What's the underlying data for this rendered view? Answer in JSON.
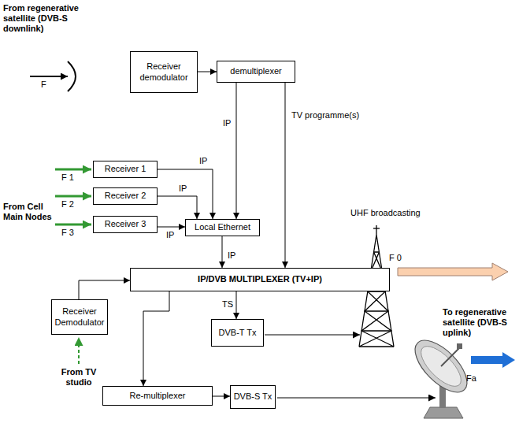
{
  "diagram": {
    "nodes": [
      {
        "text": [
          "Receiver demodulator"
        ]
      },
      {
        "text": [
          "demultiplexer"
        ]
      },
      {
        "text": [
          "Receiver 1"
        ]
      },
      {
        "text": [
          "Receiver 2"
        ]
      },
      {
        "text": [
          "Receiver 3"
        ]
      },
      {
        "text": [
          "Local Ethernet"
        ]
      },
      {
        "text": [
          "IP/DVB MULTIPLEXER (TV+IP)"
        ]
      },
      {
        "text": [
          "Receiver Demodulator"
        ]
      },
      {
        "text": [
          "DVB-T Tx"
        ]
      },
      {
        "text": [
          "Re-multiplexer"
        ]
      },
      {
        "text": [
          "DVB-S Tx"
        ]
      }
    ],
    "edges": [
      {
        "from": 0,
        "to": 1,
        "arrow": "to"
      },
      {
        "from": 1,
        "to": 5,
        "label": "IP",
        "arrow": "to"
      },
      {
        "from": 1,
        "to": 6,
        "label": "TV programme(s)",
        "arrow": "to"
      },
      {
        "from": 2,
        "to": 5,
        "label": "IP",
        "arrow": "to"
      },
      {
        "from": 3,
        "to": 5,
        "label": "IP",
        "arrow": "to"
      },
      {
        "from": 4,
        "to": 5,
        "label": "IP",
        "arrow": "to"
      },
      {
        "from": 5,
        "to": 6,
        "label": "IP",
        "arrow": "to"
      },
      {
        "from": 7,
        "to": 6,
        "arrow": "to"
      },
      {
        "from": 6,
        "to": 8,
        "label": "TS",
        "arrow": "to"
      },
      {
        "from": 6,
        "to": 9,
        "arrow": "to"
      },
      {
        "from": 9,
        "to": 10,
        "arrow": "to"
      }
    ],
    "labels": [
      "From regenerative satellite (DVB-S downlink)",
      "F",
      "From Cell Main Nodes",
      "F 1",
      "F 2",
      "F 3",
      "UHF broadcasting",
      "F 0",
      "From TV studio",
      "To regenerative satellite (DVB-S uplink)",
      "Fa"
    ]
  }
}
